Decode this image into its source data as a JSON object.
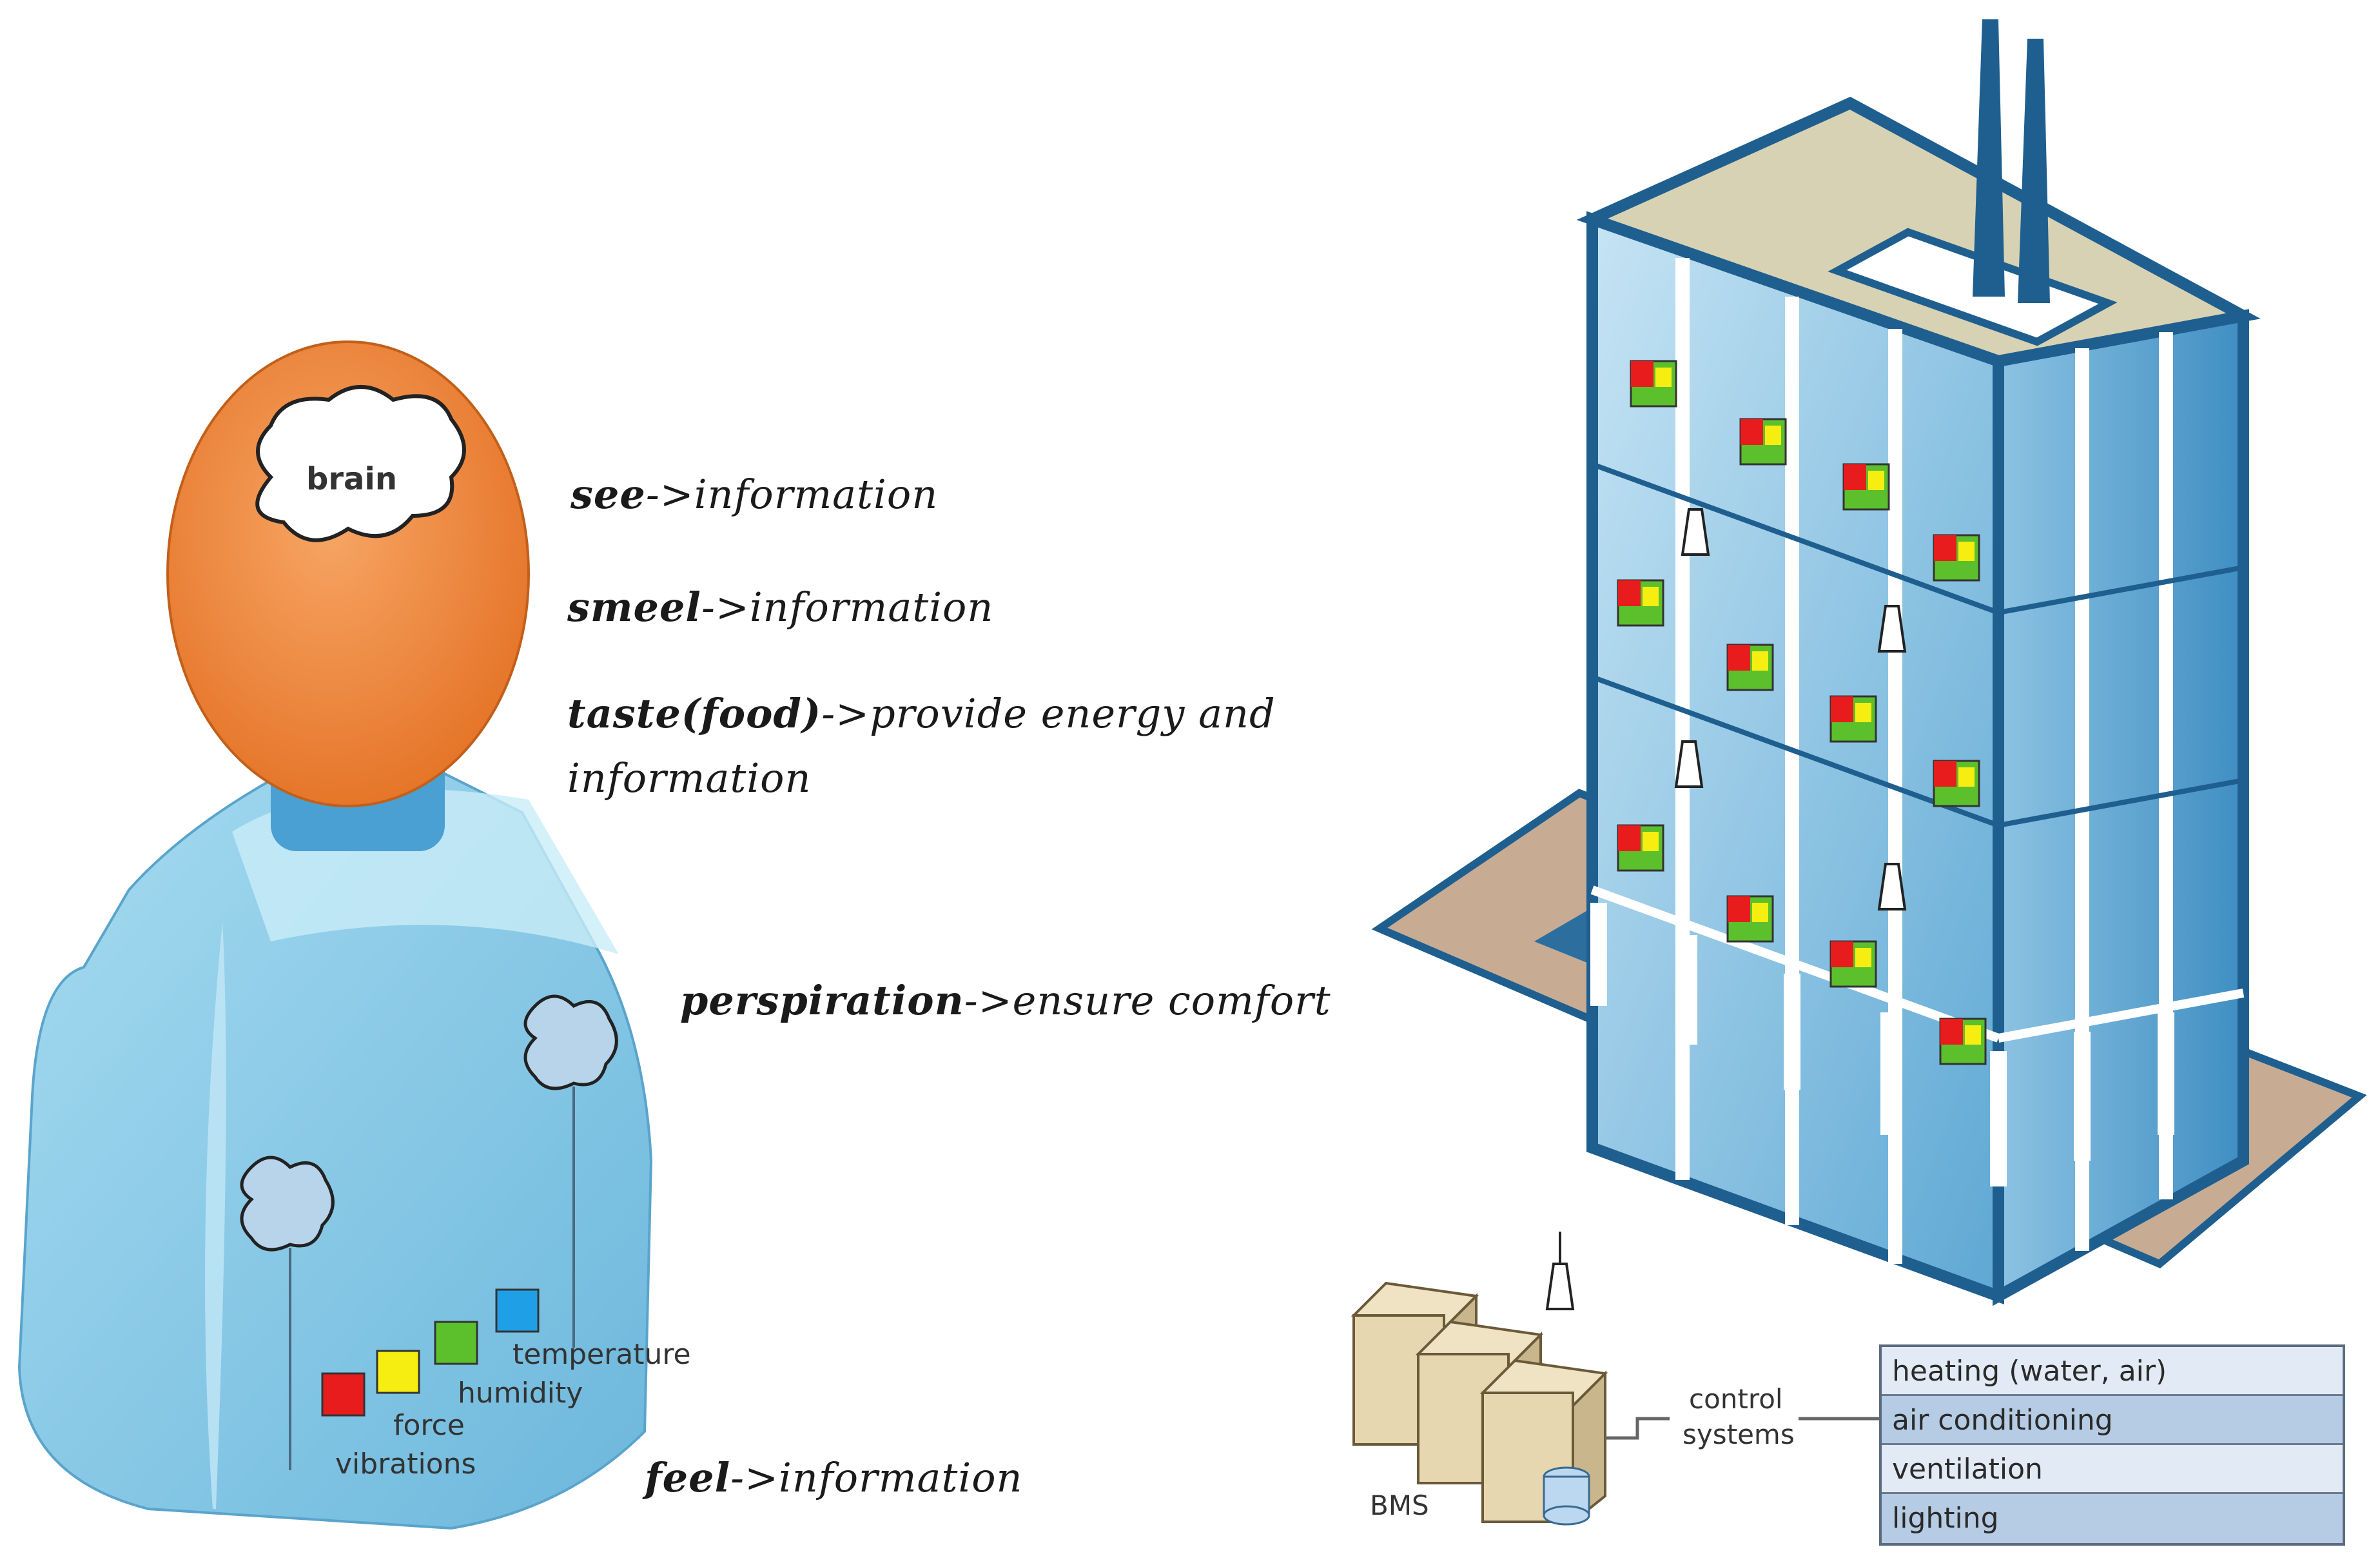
{
  "human": {
    "brain_label": "brain",
    "sensors": {
      "temperature": "temperature",
      "humidity": "humidity",
      "force": "force",
      "vibrations": "vibrations"
    },
    "colors": {
      "head": "#f0883a",
      "body": "#8ccbe8",
      "red": "#e81c1c",
      "yellow": "#f5ee10",
      "green": "#5cc02c",
      "blue": "#1fa0e6"
    }
  },
  "senses": [
    {
      "bold": "see",
      "rest": "->information"
    },
    {
      "bold": "smeel",
      "rest": "->information"
    },
    {
      "bold": "taste(food)",
      "rest": "->provide energy and"
    },
    {
      "bold": "",
      "rest": "information"
    },
    {
      "bold": "perspiration",
      "rest": "->ensure comfort"
    },
    {
      "bold": "feel",
      "rest": "->information"
    }
  ],
  "bms": {
    "label": "BMS",
    "control_label_line1": "control",
    "control_label_line2": "systems",
    "control_systems": [
      "heating (water, air)",
      "air conditioning",
      "ventilation",
      "lighting"
    ]
  },
  "building": {
    "colors": {
      "frame": "#1f5f8f",
      "glass": "#a9d3ec",
      "roof": "#d8d2b4",
      "base": "#c7ac93"
    }
  }
}
